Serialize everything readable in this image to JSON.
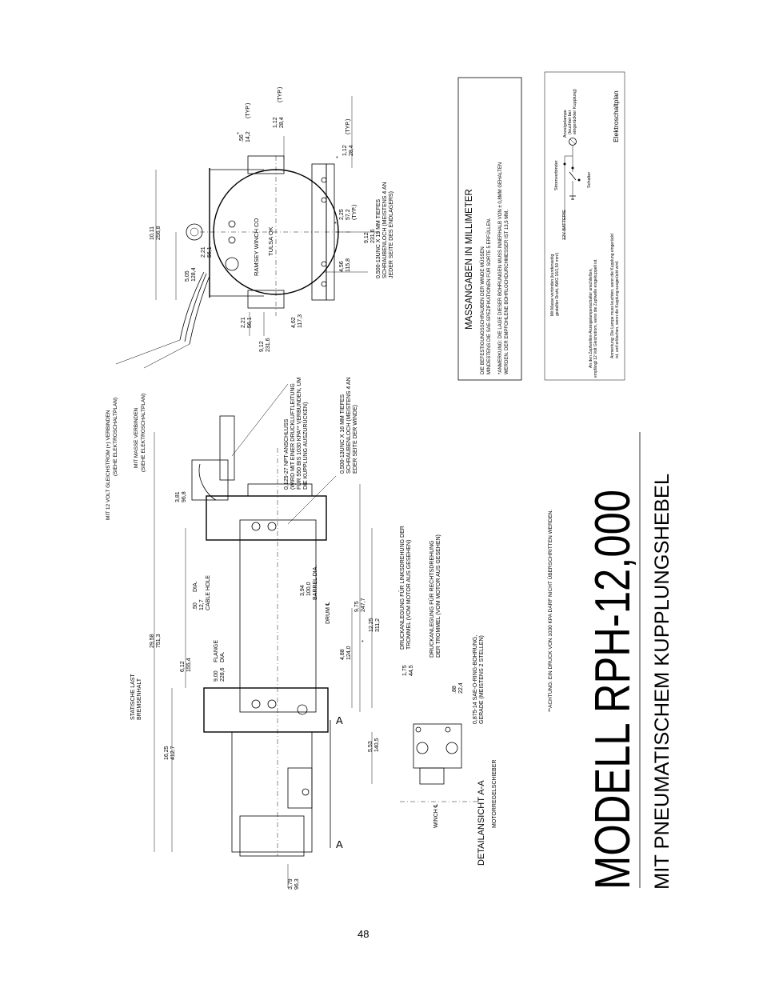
{
  "title": {
    "model": "MODELL RPH-12,000",
    "subtitle": "MIT PNEUMATISCHEM KUPPLUNGSHEBEL"
  },
  "page_number": "48",
  "notes_box": {
    "heading": "MASSANGABEN IN MILLIMETER",
    "line1": "DIE BEFESTIGUNGSSCHRAUBEN DER WINDE MÜSSEN",
    "line2": "MINDESTENS DIE SAE-SPEZIFIKATIONEN FÜR SORTE 5 ERFÜLLEN.",
    "line3": "*ANMERKUNG: DIE LAGE DIESER BOHRUNGEN MUSS INNERHALB VON ± 0,8MM GEHALTEN",
    "line4": "WERDEN. DER EMPFOHLENE BOHRLOCHDURCHMESSER IST 13,5 MM."
  },
  "wiring": {
    "title": "Elektroschaltplan",
    "lamp": [
      "Anzeigelampe",
      "(leuchtet bei",
      "eingerückter Kupplung)"
    ],
    "power_connector": "Stromverbinder",
    "battery": "12V BATTERIE",
    "switch": "Schalter",
    "ground_note": [
      "Mit Masse verbinden (kundenseitig",
      "gestellter Draht, AWG 16/1,50 mm²)"
    ],
    "switch_note": [
      "An den Zapfwellen-Anzeigelampenschalter anschließen,",
      "empfängt 12 Volt Gleichstrom, wenn die Zapfwelle eingekuppelt ist."
    ],
    "lamp_note": [
      "Anmerkung: Die Lampe muss leuchten, wenn die Kupplung eingerückt",
      "ist, und erlöschen, wenn die Kupplung ausgerückt wird."
    ]
  },
  "warning": "**ACHTUNG: EIN DRUCK VON 1030 KPA DARF NICHT ÜBERSCHRITTEN WERDEN.",
  "detail": {
    "title": "DETAILANSICHT  A-A",
    "subtitle": "MOTORREGELSCHIEBER",
    "winch_cl": "WINCH ℄"
  },
  "end_view": {
    "maker1": "RAMSEY WINCH CO",
    "maker2": "TULSA OK",
    "callout_bolt": [
      "0,500-13UNC X 19 MM TIEFES",
      "SCHRAUBENLOCH (MEISTENS 4 AN",
      "JEDER SEITE DES ENDLAGERS)"
    ],
    "callout_power": [
      "MIT 12 VOLT GLEICHSTROM (+) VERBINDEN",
      "(SIEHE ELEKTROSCHALTPLAN)"
    ],
    "callout_ground": [
      "MIT MASSE VERBINDEN",
      "(SIEHE ELEKTROSCHALTPLAN)"
    ],
    "dims": {
      "d1": [
        "10,11",
        "256,8"
      ],
      "d2": [
        "5,05",
        "128,4"
      ],
      "d3": [
        "2,21",
        "56,1"
      ],
      "d4": [
        ".56",
        "14,2",
        "(TYP.)"
      ],
      "d5": [
        "1,12",
        "28,4",
        "(TYP.)"
      ],
      "d6": [
        "1,12",
        "28,4",
        "(TYP.)"
      ],
      "d7": [
        "2,25",
        "57,2",
        "(TYP.)"
      ],
      "d8": [
        "9,12",
        "231,6"
      ],
      "d9": [
        "4,56",
        "115,8"
      ],
      "d10": [
        "2,21",
        "56,1"
      ],
      "d11": [
        "4,62",
        "117,3"
      ],
      "d12": [
        "9,12",
        "231,6"
      ]
    }
  },
  "side_view": {
    "callout_npt": [
      "0,125-27 NPT-ANSCHLUSS",
      "(WIRD MIT EINER DRUCKLUFTLEITUNG",
      "FÜR 550 BIS 1030 KPA** VERBUNDEN, UM",
      "DIE KUPPLUNG AUSZURÜCKEN)"
    ],
    "callout_bolt": [
      "0,500-13UNC X 16 MM TIEFES",
      "SCHRAUBENLOCH (MEISTENS 4 AN",
      "EDER SEITE DER WINDE)"
    ],
    "callout_left": [
      "DRUCKANLEGUNG FÜR LINKSDREHUNG DER",
      "TROMMEL (VOM MOTOR AUS GESEHEN)"
    ],
    "callout_right": [
      "DRUCKANLEGUNG FÜR RECHTSDREHUNG",
      "DER TROMMEL (VOM MOTOR AUS GESEHEN)"
    ],
    "callout_oring": [
      "0,875-14 SAE-O-RING-BOHRUNG,",
      "GERADE (MEISTENS 2 STELLEN)"
    ],
    "static_load": [
      "STATISCHE LAST",
      "BREMSENHALT"
    ],
    "section_mark": "A",
    "dims": {
      "overall": [
        "29,58",
        "751,3"
      ],
      "flange": [
        "9,00",
        "228,6",
        "FLANGE",
        "DIA."
      ],
      "d612": [
        "6,12",
        "155,4"
      ],
      "cable": [
        ".50",
        "12,7",
        "DIA.",
        "CABLE HOLE"
      ],
      "d381": [
        "3,81",
        "96,8"
      ],
      "barrel": [
        "3,94",
        "100,0",
        "BARREL DIA."
      ],
      "drum": "DRUM ℄",
      "d975": [
        "9,75",
        "247,7"
      ],
      "d1225": [
        "12,25",
        "311,2"
      ],
      "d488": [
        "4,88",
        "124,0"
      ],
      "d553": [
        "5,53",
        "140,5"
      ],
      "d1625": [
        "16,25",
        "412,7"
      ],
      "d379": [
        "3,79",
        "96,3"
      ],
      "d175": [
        "1,75",
        "44,5"
      ],
      "d88": [
        ".88",
        "22,4"
      ]
    }
  }
}
